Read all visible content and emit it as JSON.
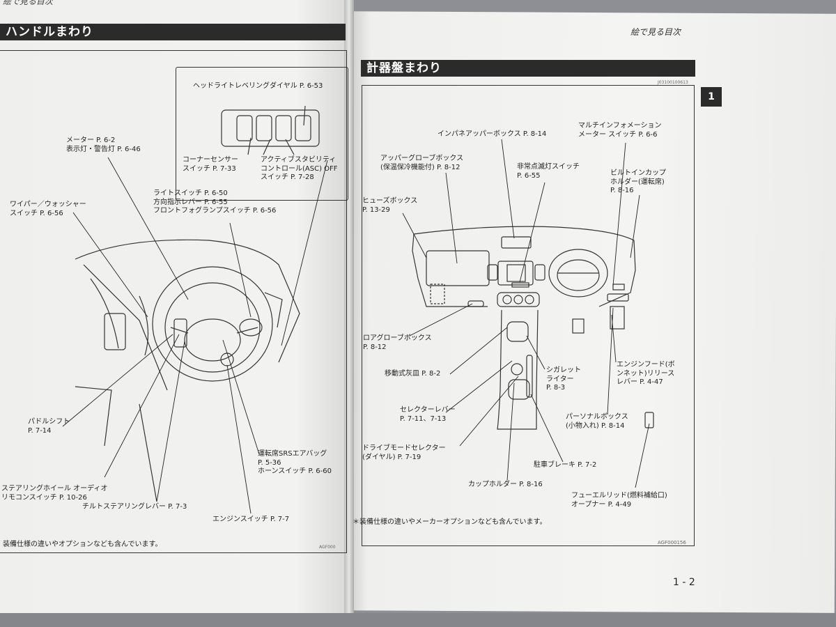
{
  "left_page": {
    "running_header": "絵で見る目次",
    "section_title": "ハンドルまわり",
    "callouts": {
      "headlight_leveling": "ヘッドライトレベリングダイヤル P. 6-53",
      "corner_sensor": "コーナーセンサー\nスイッチ P. 7-33",
      "asc_off": "アクティブスタビリティ\nコントロール(ASC) OFF\nスイッチ P. 7-28",
      "meter": "メーター P. 6-2\n表示灯・警告灯 P. 6-46",
      "light_switch": "ライトスイッチ P. 6-50\n方向指示レバー P. 6-55\nフロントフォグランプスイッチ P. 6-56",
      "wiper": "ワイパー／ウォッシャー\nスイッチ P. 6-56",
      "paddle_shift": "パドルシフト\nP. 7-14",
      "airbag": "運転席SRSエアバッグ\nP. 5-36\nホーンスイッチ P. 6-60",
      "audio_remote": "ステアリングホイール オーディオ\nリモコンスイッチ P. 10-26",
      "tilt_lever": "チルトステアリングレバー P. 7-3",
      "engine_switch": "エンジンスイッチ P. 7-7"
    },
    "figure_code": "AGF000",
    "footnote": "装備仕様の違いやオプションなども含んでいます。"
  },
  "right_page": {
    "running_header": "絵で見る目次",
    "section_title": "計器盤まわり",
    "doc_code": "J03100100613",
    "chapter_tab": "1",
    "callouts": {
      "multi_info": "マルチインフォメーション\nメーター スイッチ P. 6-6",
      "instrument_upper_box": "インパネアッパーボックス P. 8-14",
      "upper_glove": "アッパーグローブボックス\n(保温保冷機能付) P. 8-12",
      "hazard": "非常点滅灯スイッチ\nP. 6-55",
      "cup_holder_driver": "ビルトインカップ\nホルダー(運転席)\nP. 8-16",
      "fuse_box": "ヒューズボックス\nP. 13-29",
      "lower_glove": "ロアグローブボックス\nP. 8-12",
      "ashtray": "移動式灰皿 P. 8-2",
      "cigarette": "シガレット\nライター\nP. 8-3",
      "hood_release": "エンジンフード(ボ\nンネット)リリース\nレバー P. 4-47",
      "selector": "セレクターレバー\nP. 7-11、7-13",
      "personal_box": "パーソナルボックス\n(小物入れ) P. 8-14",
      "drive_mode": "ドライブモードセレクター\n(ダイヤル) P. 7-19",
      "parking_brake": "駐車ブレーキ P. 7-2",
      "cup_holder": "カップホルダー P. 8-16",
      "fuel_lid": "フューエルリッド(燃料補給口)\nオープナー P. 4-49"
    },
    "footnote": "＊装備仕様の違いやメーカーオプションなども含んでいます。",
    "figure_code": "AGF000156",
    "page_number": "1 - 2"
  }
}
